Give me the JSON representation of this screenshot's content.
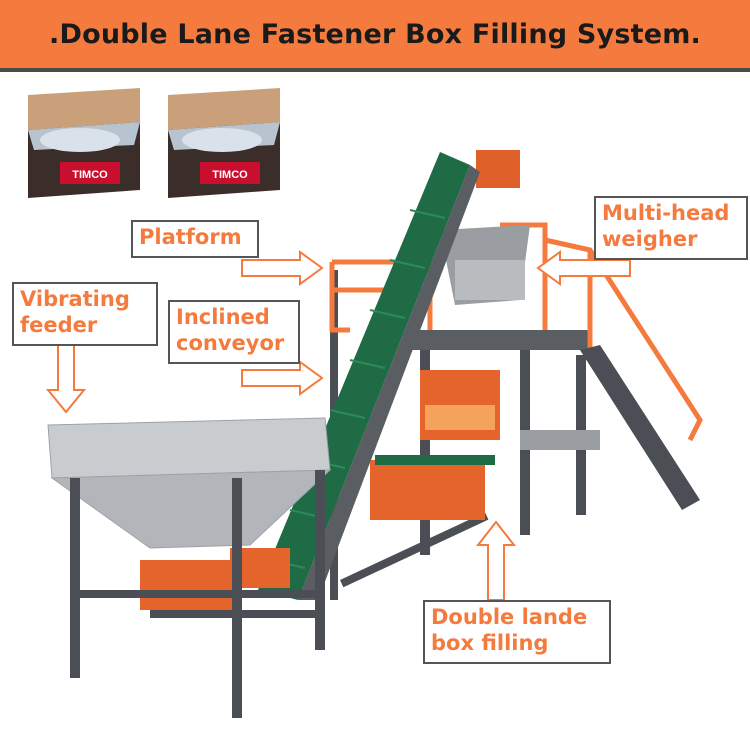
{
  "banner": {
    "title": ".Double Lane Fastener Box Filling System."
  },
  "boxes": [
    {
      "brand": "TIMCO"
    },
    {
      "brand": "TIMCO"
    }
  ],
  "labels": {
    "vibrating_feeder": [
      "Vibrating",
      "feeder"
    ],
    "platform": "Platform",
    "inclined_conveyor": [
      "Inclined",
      "conveyor"
    ],
    "multi_head_weigher": [
      "Multi-head",
      "weigher"
    ],
    "double_lane_box_filling": [
      "Double lande",
      "box filling"
    ]
  },
  "colors": {
    "accent": "#f47b3d",
    "frame": "#4b4f55",
    "conveyor_belt": "#1f6b45",
    "stainless": "#c9cccf",
    "label_border": "#555555"
  }
}
